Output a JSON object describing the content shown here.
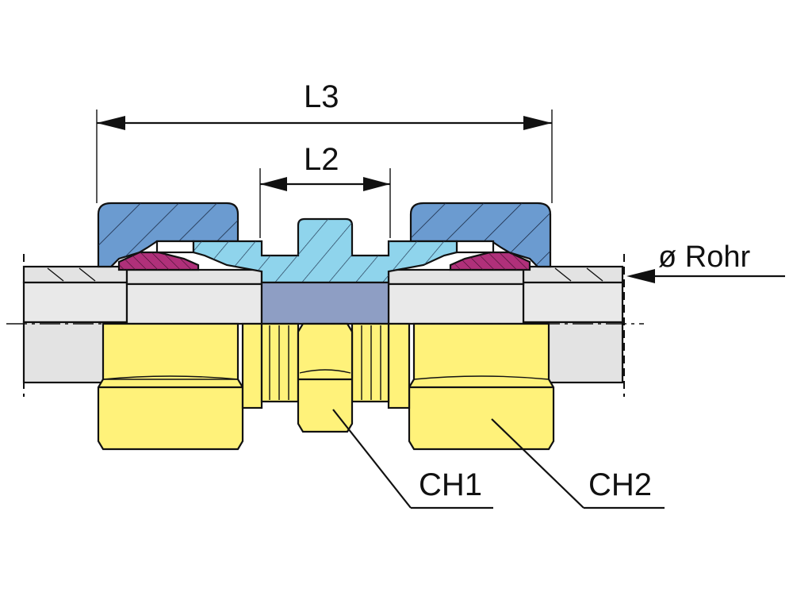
{
  "labels": {
    "l3": "L3",
    "l2": "L2",
    "rohr": "ø Rohr",
    "ch1": "CH1",
    "ch2": "CH2"
  },
  "colors": {
    "nut_section": "#6b9bd0",
    "body_section": "#8fd4ec",
    "ring": "#b0307a",
    "hex": "#fff27a",
    "tube": "#e3e3e3",
    "bore": "#8e9ec4",
    "outline": "#111111"
  }
}
